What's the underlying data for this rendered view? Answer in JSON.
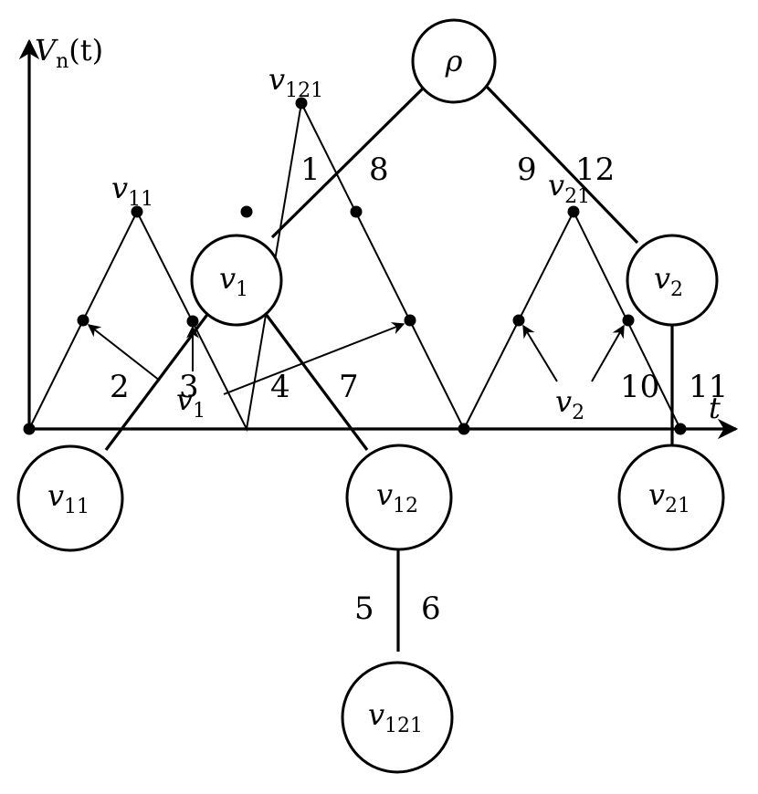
{
  "axes": {
    "y_label": "V",
    "y_label_sub": "n",
    "y_label_rest": "(t)",
    "x_label": "t"
  },
  "path_labels": {
    "v121": {
      "base": "v",
      "sub": "121"
    },
    "v11": {
      "base": "v",
      "sub": "11"
    },
    "v21": {
      "base": "v",
      "sub": "21"
    }
  },
  "arrow_labels": {
    "v1": {
      "base": "v",
      "sub": "1"
    },
    "v2": {
      "base": "v",
      "sub": "2"
    }
  },
  "tree_nodes": {
    "root": {
      "base": "ρ",
      "sub": ""
    },
    "v1": {
      "base": "v",
      "sub": "1"
    },
    "v2": {
      "base": "v",
      "sub": "2"
    },
    "v11": {
      "base": "v",
      "sub": "11"
    },
    "v12": {
      "base": "v",
      "sub": "12"
    },
    "v21": {
      "base": "v",
      "sub": "21"
    },
    "v121": {
      "base": "v",
      "sub": "121"
    }
  },
  "edge_numbers": [
    "1",
    "2",
    "3",
    "4",
    "5",
    "6",
    "7",
    "8",
    "9",
    "10",
    "11",
    "12"
  ]
}
